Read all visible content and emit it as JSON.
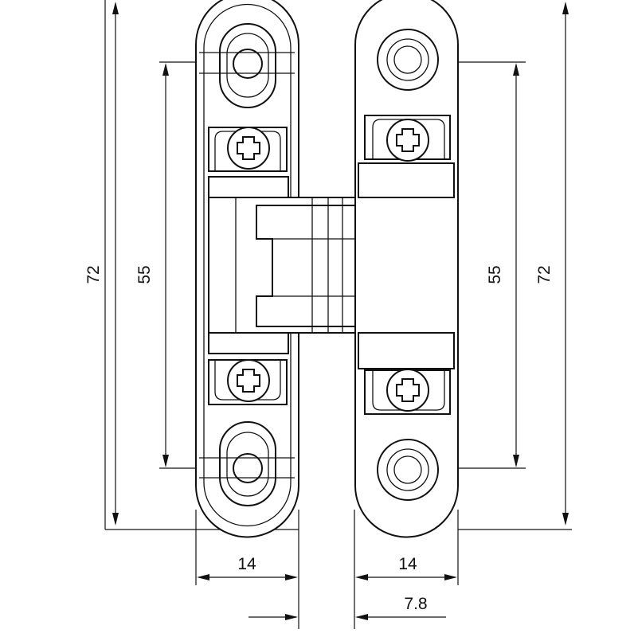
{
  "drawing": {
    "dimensions": {
      "overall_height_left": "72",
      "hole_spacing_left": "55",
      "hole_spacing_right": "55",
      "overall_height_right": "72",
      "width_left": "14",
      "width_right": "14",
      "offset": "7.8"
    },
    "colors": {
      "line": "#111111",
      "background": "#ffffff"
    }
  }
}
